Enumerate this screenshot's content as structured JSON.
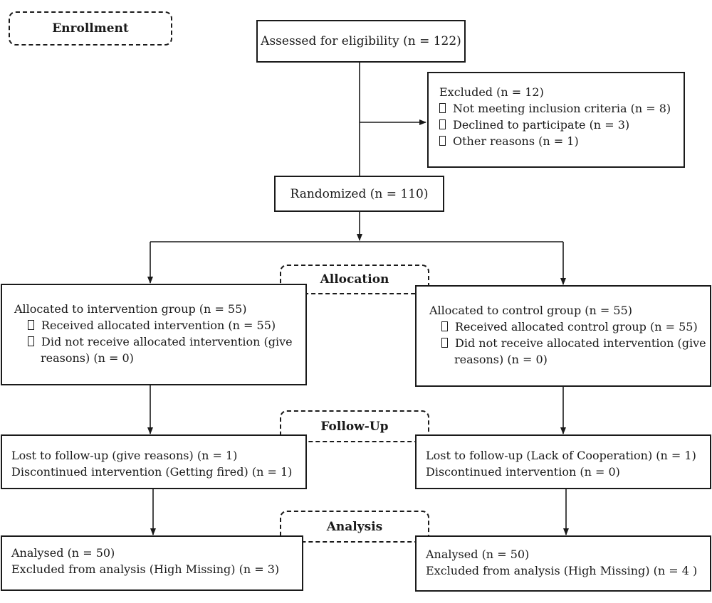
{
  "stages": {
    "enrollment": "Enrollment",
    "allocation": "Allocation",
    "follow_up": "Follow-Up",
    "analysis": "Analysis"
  },
  "assessed": "Assessed for eligibility (n = 122)",
  "excluded": {
    "title": "Excluded (n = 12)",
    "items": [
      "Not meeting inclusion criteria (n = 8)",
      "Declined to participate (n = 3)",
      "Other reasons (n = 1)"
    ]
  },
  "randomized": "Randomized (n = 110)",
  "intervention": {
    "allocated": "Allocated to intervention group (n = 55)",
    "received": "Received allocated intervention (n = 55)",
    "not_received_1": "Did not receive allocated intervention (give",
    "not_received_2": "reasons) (n = 0)",
    "lost": "Lost to follow-up (give reasons) (n = 1)",
    "discontinued": "Discontinued intervention (Getting fired) (n = 1)",
    "analysed": "Analysed (n = 50)",
    "excluded_analysis": "Excluded from analysis (High Missing) (n = 3)"
  },
  "control": {
    "allocated": "Allocated to control group (n = 55)",
    "received": "Received allocated control group (n = 55)",
    "not_received_1": "Did not receive allocated intervention (give",
    "not_received_2": "reasons) (n = 0)",
    "lost": "Lost to follow-up (Lack of Cooperation) (n = 1)",
    "discontinued": "Discontinued intervention (n = 0)",
    "analysed": "Analysed (n = 50)",
    "excluded_analysis": "Excluded from analysis (High Missing) (n = 4 )"
  }
}
